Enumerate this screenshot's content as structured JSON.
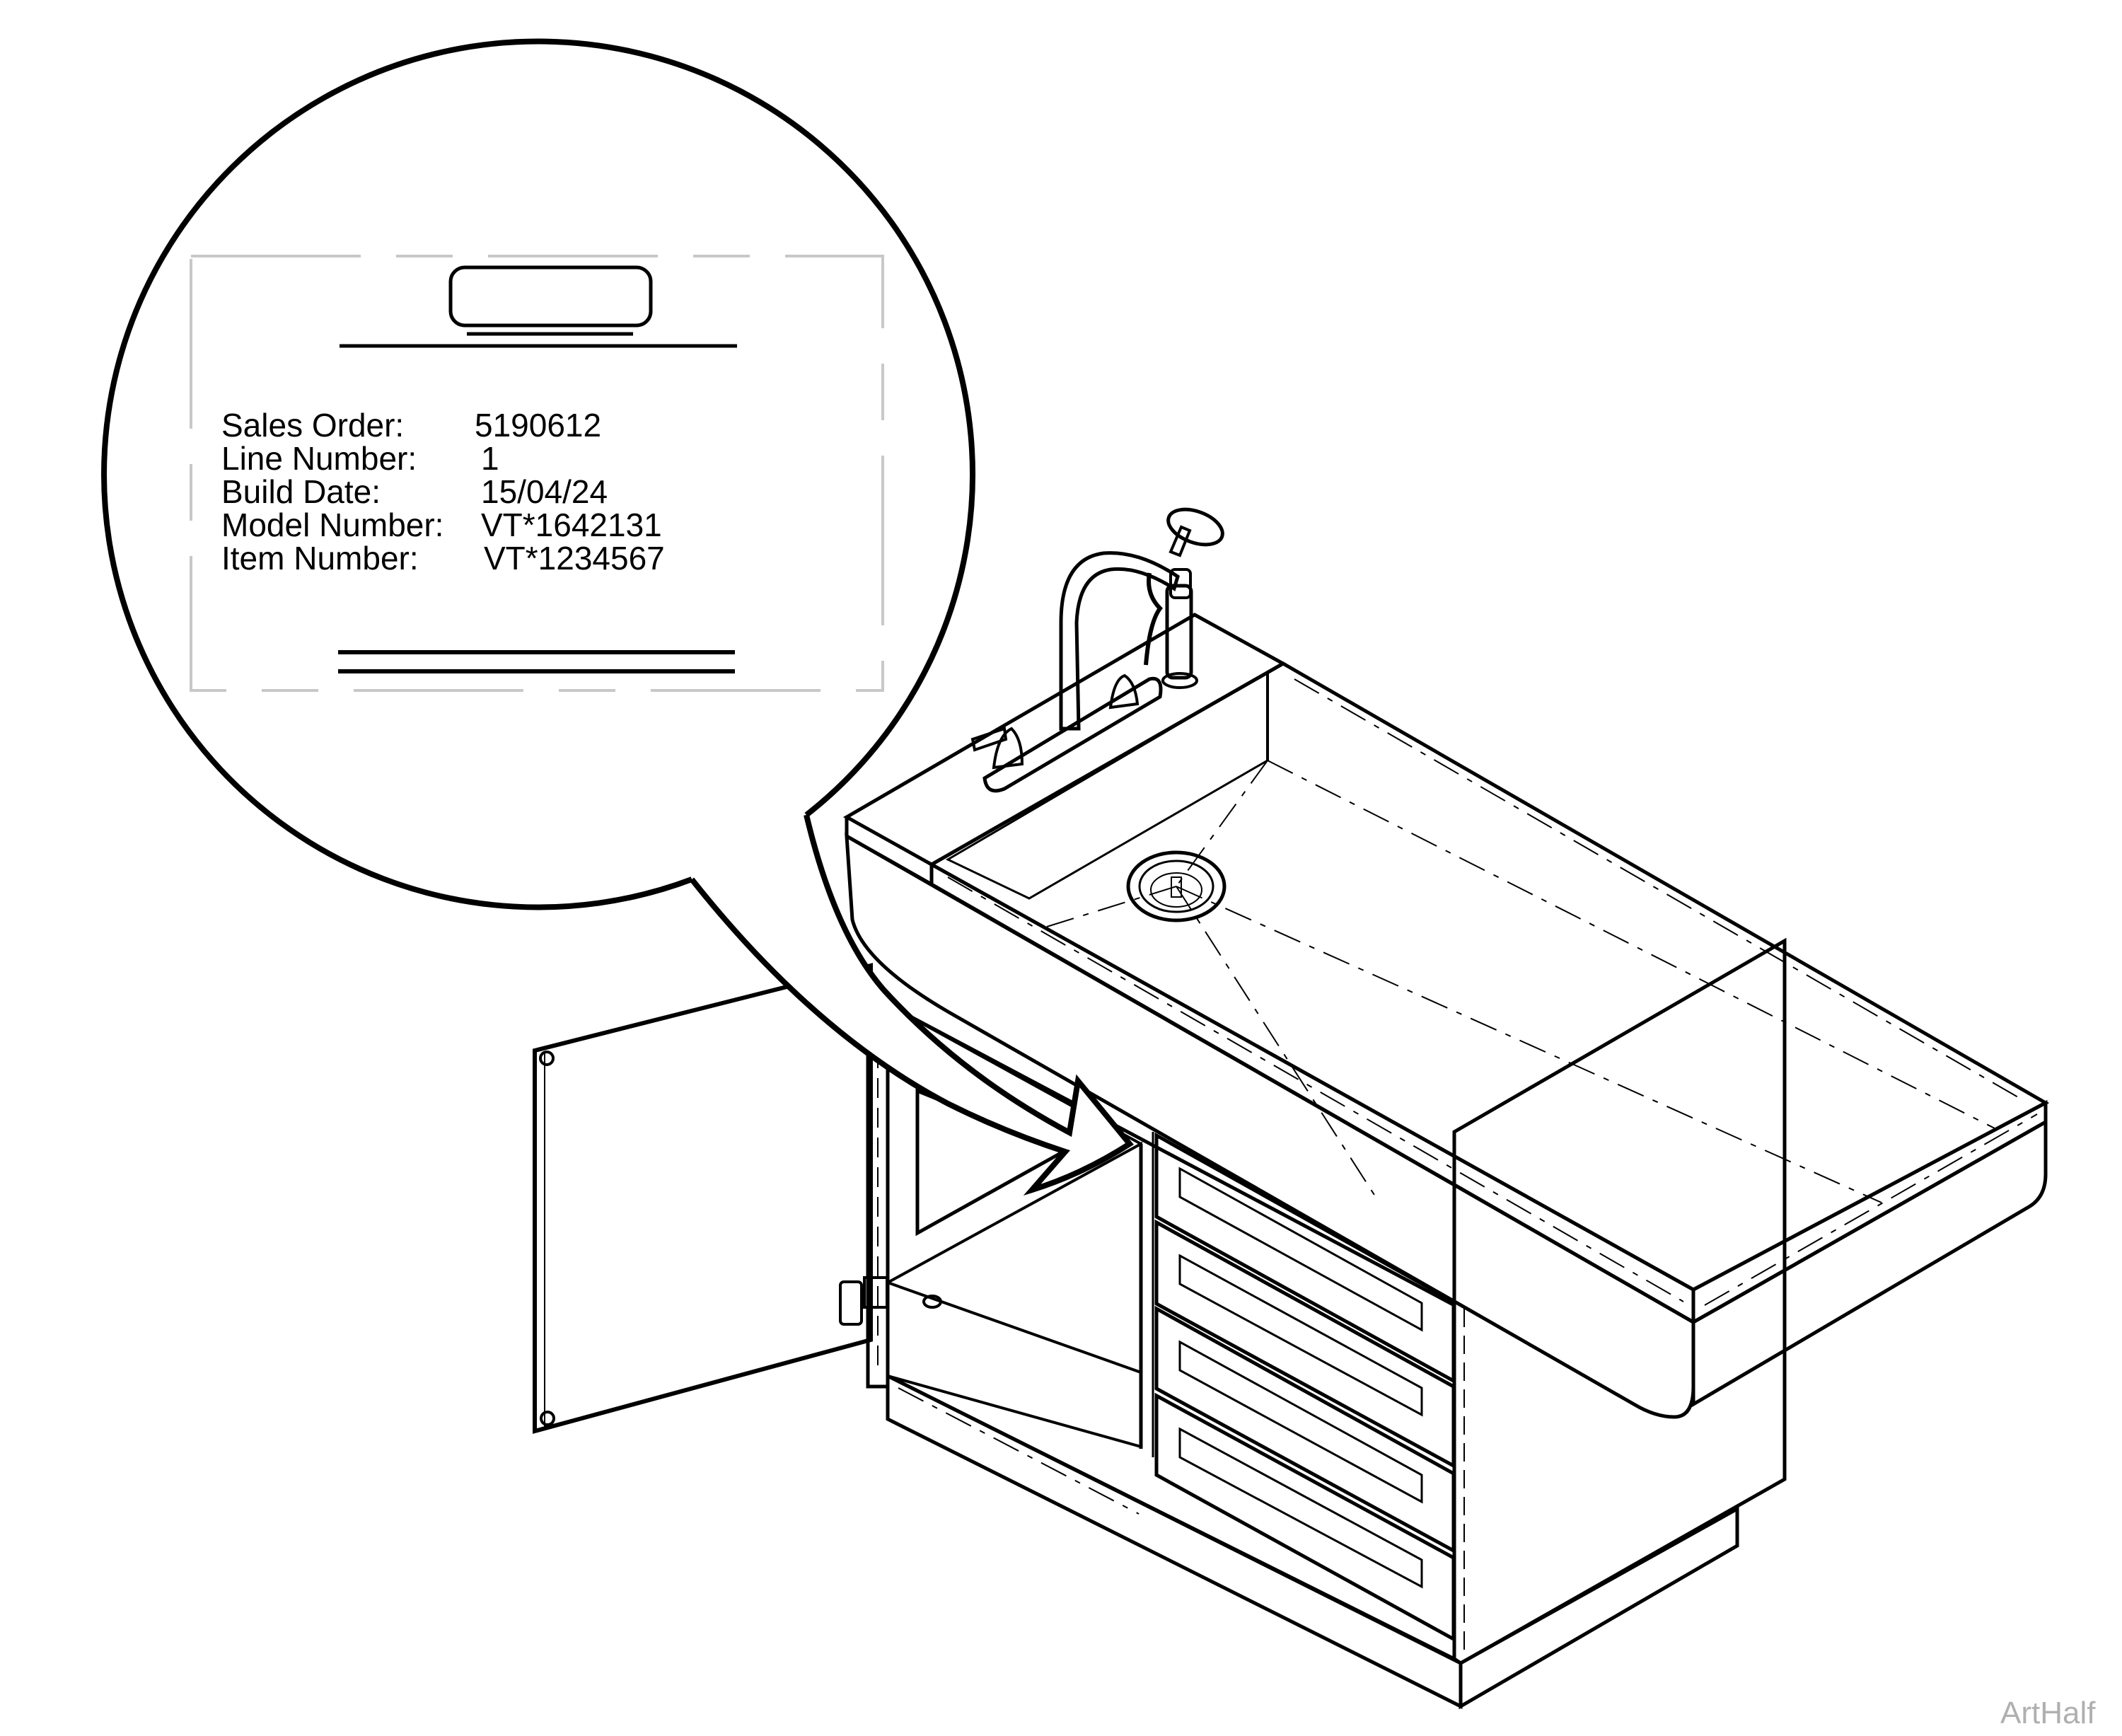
{
  "figure": {
    "type": "technical-illustration",
    "subject": "sink-cabinet-with-drawers",
    "callout": {
      "shape": "speech-bubble-circle",
      "label_card": {
        "fields": [
          {
            "label": "Sales Order:",
            "value": "5190612"
          },
          {
            "label": "Line Number:",
            "value": "1"
          },
          {
            "label": "Build Date:",
            "value": "15/04/24"
          },
          {
            "label": "Model Number:",
            "value": "VT*1642131"
          },
          {
            "label": "Item Number:",
            "value": "VT*1234567"
          }
        ]
      },
      "arrow_target": "inside-cabinet-left-wall"
    },
    "parts": {
      "faucet": "faucet-with-side-sprayer",
      "sink": "rectangular-sink-basin",
      "drain": "basket-strainer-drain",
      "door": "open-cabinet-door",
      "drawers_count": 4
    },
    "colors": {
      "line": "#000000",
      "sink_fill": "#b2b2b2",
      "cabinet_fill": "#e4e4e4",
      "door_fill": "#cacaca",
      "drawer_fill": "#cfcfcf",
      "drawer_pull": "#9a9a9a",
      "card_dash": "#c8c8c8",
      "watermark": "#b0b0b0"
    }
  },
  "watermark": "ArtHalf"
}
